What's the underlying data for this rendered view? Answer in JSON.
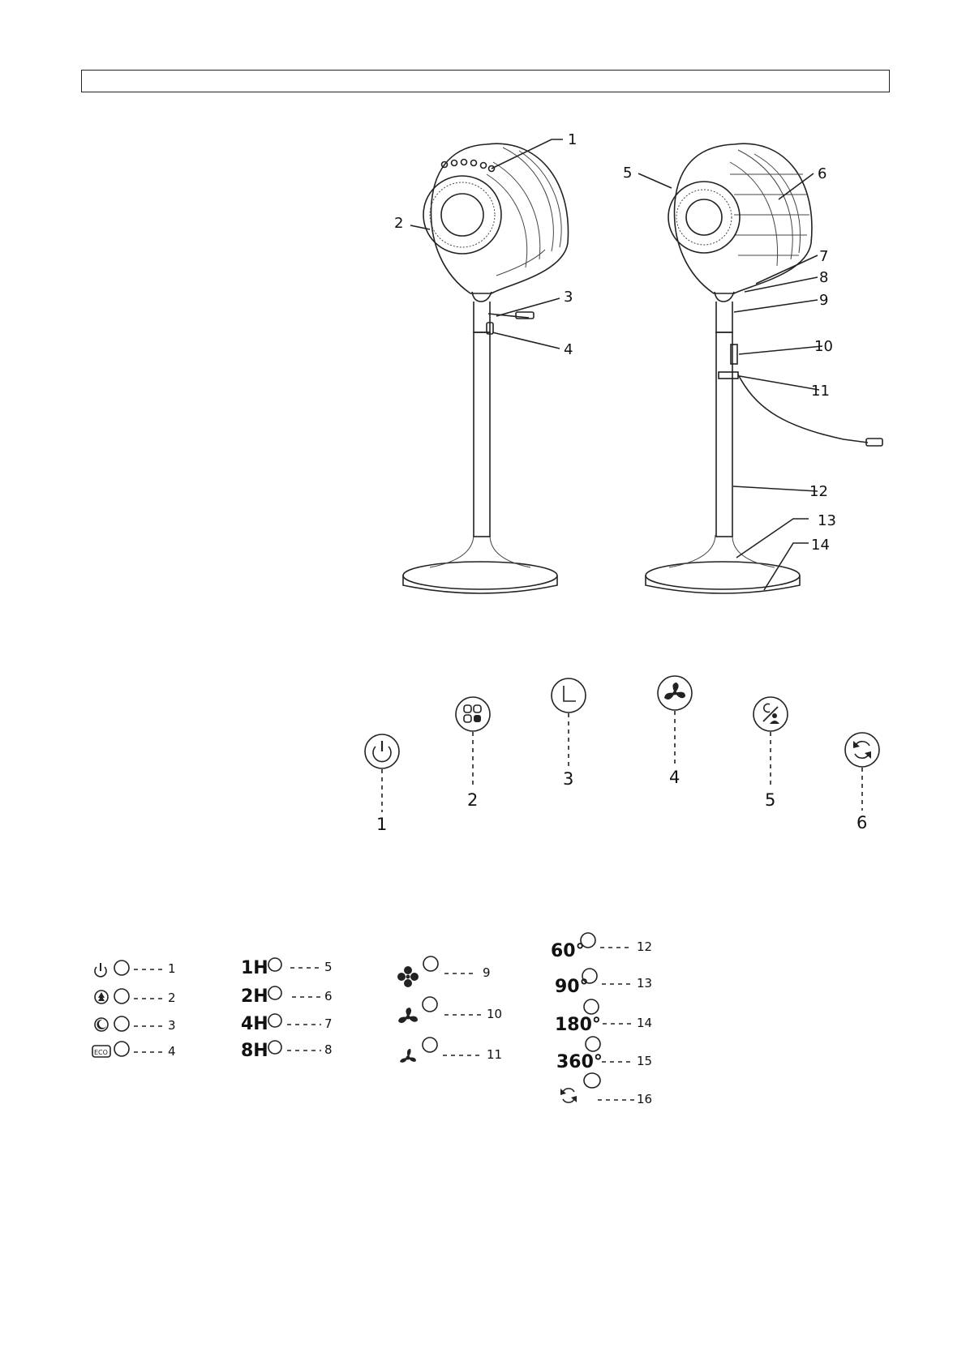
{
  "fan_labels_front": [
    "1",
    "2",
    "3",
    "4"
  ],
  "fan_labels_back": [
    "5",
    "6",
    "7",
    "8",
    "9",
    "10",
    "11",
    "12",
    "13",
    "14"
  ],
  "control_buttons": [
    {
      "number": "1",
      "icon": "power-icon"
    },
    {
      "number": "2",
      "icon": "mode-icon"
    },
    {
      "number": "3",
      "icon": "timer-icon"
    },
    {
      "number": "4",
      "icon": "fan-speed-icon"
    },
    {
      "number": "5",
      "icon": "oscillation-icon"
    },
    {
      "number": "6",
      "icon": "rotate-icon"
    }
  ],
  "indicators": {
    "modes": [
      {
        "icon": "power-icon",
        "number": "1"
      },
      {
        "icon": "natural-wind-icon",
        "number": "2"
      },
      {
        "icon": "sleep-icon",
        "number": "3"
      },
      {
        "icon": "eco-icon",
        "icon_text": "ECO",
        "number": "4"
      }
    ],
    "timers": [
      {
        "label": "1H",
        "number": "5"
      },
      {
        "label": "2H",
        "number": "6"
      },
      {
        "label": "4H",
        "number": "7"
      },
      {
        "label": "8H",
        "number": "8"
      }
    ],
    "speeds": [
      {
        "icon": "fan-high-icon",
        "number": "9"
      },
      {
        "icon": "fan-medium-icon",
        "number": "10"
      },
      {
        "icon": "fan-low-icon",
        "number": "11"
      }
    ],
    "angles": [
      {
        "label": "60°",
        "number": "12"
      },
      {
        "label": "90°",
        "number": "13"
      },
      {
        "label": "180°",
        "number": "14"
      },
      {
        "label": "360°",
        "number": "15"
      },
      {
        "icon": "rotate-icon",
        "number": "16"
      }
    ]
  }
}
